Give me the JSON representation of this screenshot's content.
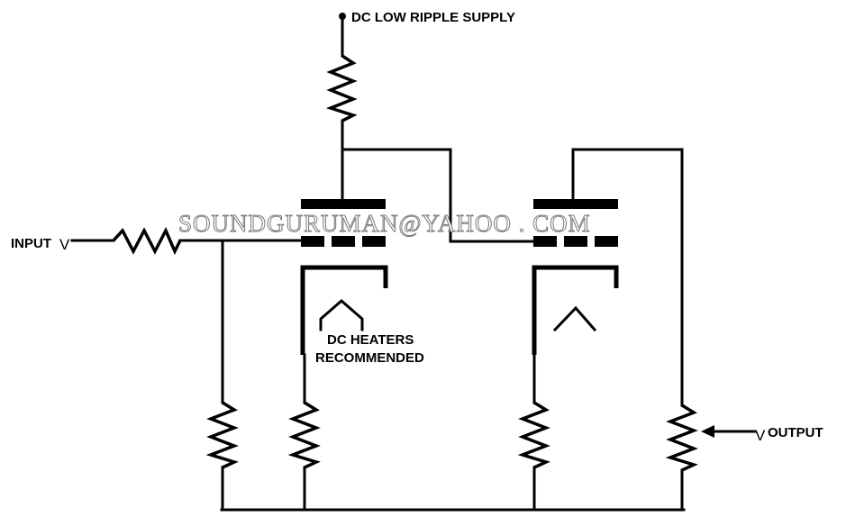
{
  "labels": {
    "supply": "DC LOW RIPPLE SUPPLY",
    "input": "INPUT",
    "output": "OUTPUT",
    "heaters_line1": "DC HEATERS",
    "heaters_line2": "RECOMMENDED",
    "input_symbol": "V",
    "output_symbol": "V"
  },
  "watermark": "SOUNDGURUMAN@YAHOO . COM"
}
